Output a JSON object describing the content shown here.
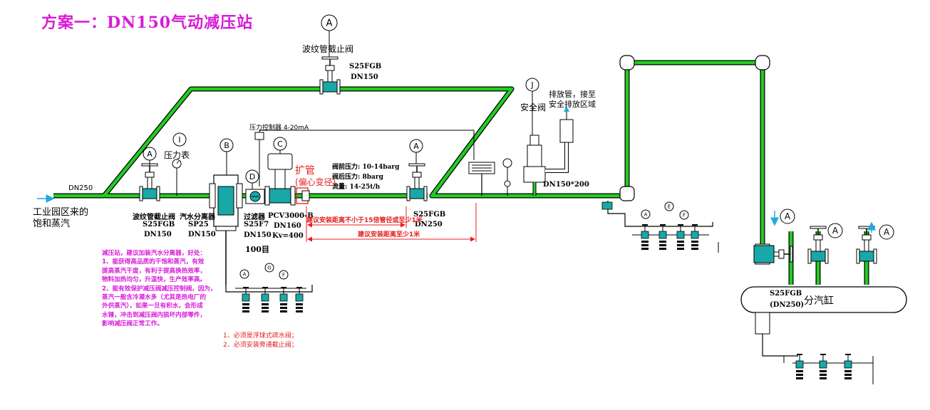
{
  "title": "方案一：DN150气动减压站",
  "bubbles": [
    "A",
    "I",
    "A",
    "B",
    "D",
    "C",
    "A",
    "J",
    "A",
    "E",
    "F",
    "A",
    "G",
    "F",
    "A",
    "A",
    "A"
  ],
  "inlet": {
    "pipe": "DN250",
    "source_line1": "工业园区来的",
    "source_line2": "饱和蒸汽"
  },
  "inlet_valve": {
    "name": "波纹管截止阀",
    "model": "S25FGB",
    "size": "DN150"
  },
  "gauge_label": "压力表",
  "separator": {
    "name": "汽水分离器",
    "model": "SP25",
    "size": "DN150"
  },
  "strainer": {
    "name": "过滤器",
    "model": "S25F7",
    "size": "DN150",
    "mesh": "100目"
  },
  "control_valve": {
    "model": "PCV3000-B",
    "size": "DN160",
    "kv": "Kv=400"
  },
  "controller_label": "压力控制器 4-20mA",
  "expander": {
    "line1": "扩管",
    "line2": "(偏心变径)"
  },
  "process": {
    "inlet_pressure": "阀前压力: 10-14barg",
    "outlet_pressure": "阀后压力: 8barg",
    "flow": "流量: 14-25t/h"
  },
  "bypass_valve": {
    "name": "波纹管截止阀",
    "model": "S25FGB",
    "size": "DN150"
  },
  "outlet_valve": {
    "model": "S25FGB",
    "size": "DN250"
  },
  "dim_notes": {
    "first": "建议安装距离不小于15倍管径或至少1米",
    "second": "建议安装距离至少1米"
  },
  "safety": {
    "name": "安全阀",
    "vent_line1": "排放管，接至",
    "vent_line2": "安全排放区域",
    "size": "DN150*200"
  },
  "header": {
    "name": "分汽缸",
    "model": "S25FGB",
    "size": "(DN250)"
  },
  "note_lines": [
    "减压站，建议加装汽水分离器，好处：",
    "1、能获得高品质的干饱和蒸汽，有效",
    "提高蒸汽干度，有利于提高换热效率，",
    "物料加热均匀，升温快，生产效率高。",
    "2、能有效保护减压阀减压控制阀，因为，",
    "蒸汽一般含冷凝水多（尤其是热电厂的",
    "外供蒸汽），如果一旦有积水，会形成",
    "水锤，冲击到减压阀内损坏内部零件，",
    "影响减压阀正常工作。"
  ],
  "trap_notes": [
    "1、必须是浮球式疏水阀；",
    "2、必须安装旁通截止阀；"
  ],
  "colors": {
    "title": "#d81bd8",
    "pipe": "#22cc22",
    "valve": "#19a8a8",
    "red": "#e51f1f",
    "magenta": "#d81bd8"
  }
}
